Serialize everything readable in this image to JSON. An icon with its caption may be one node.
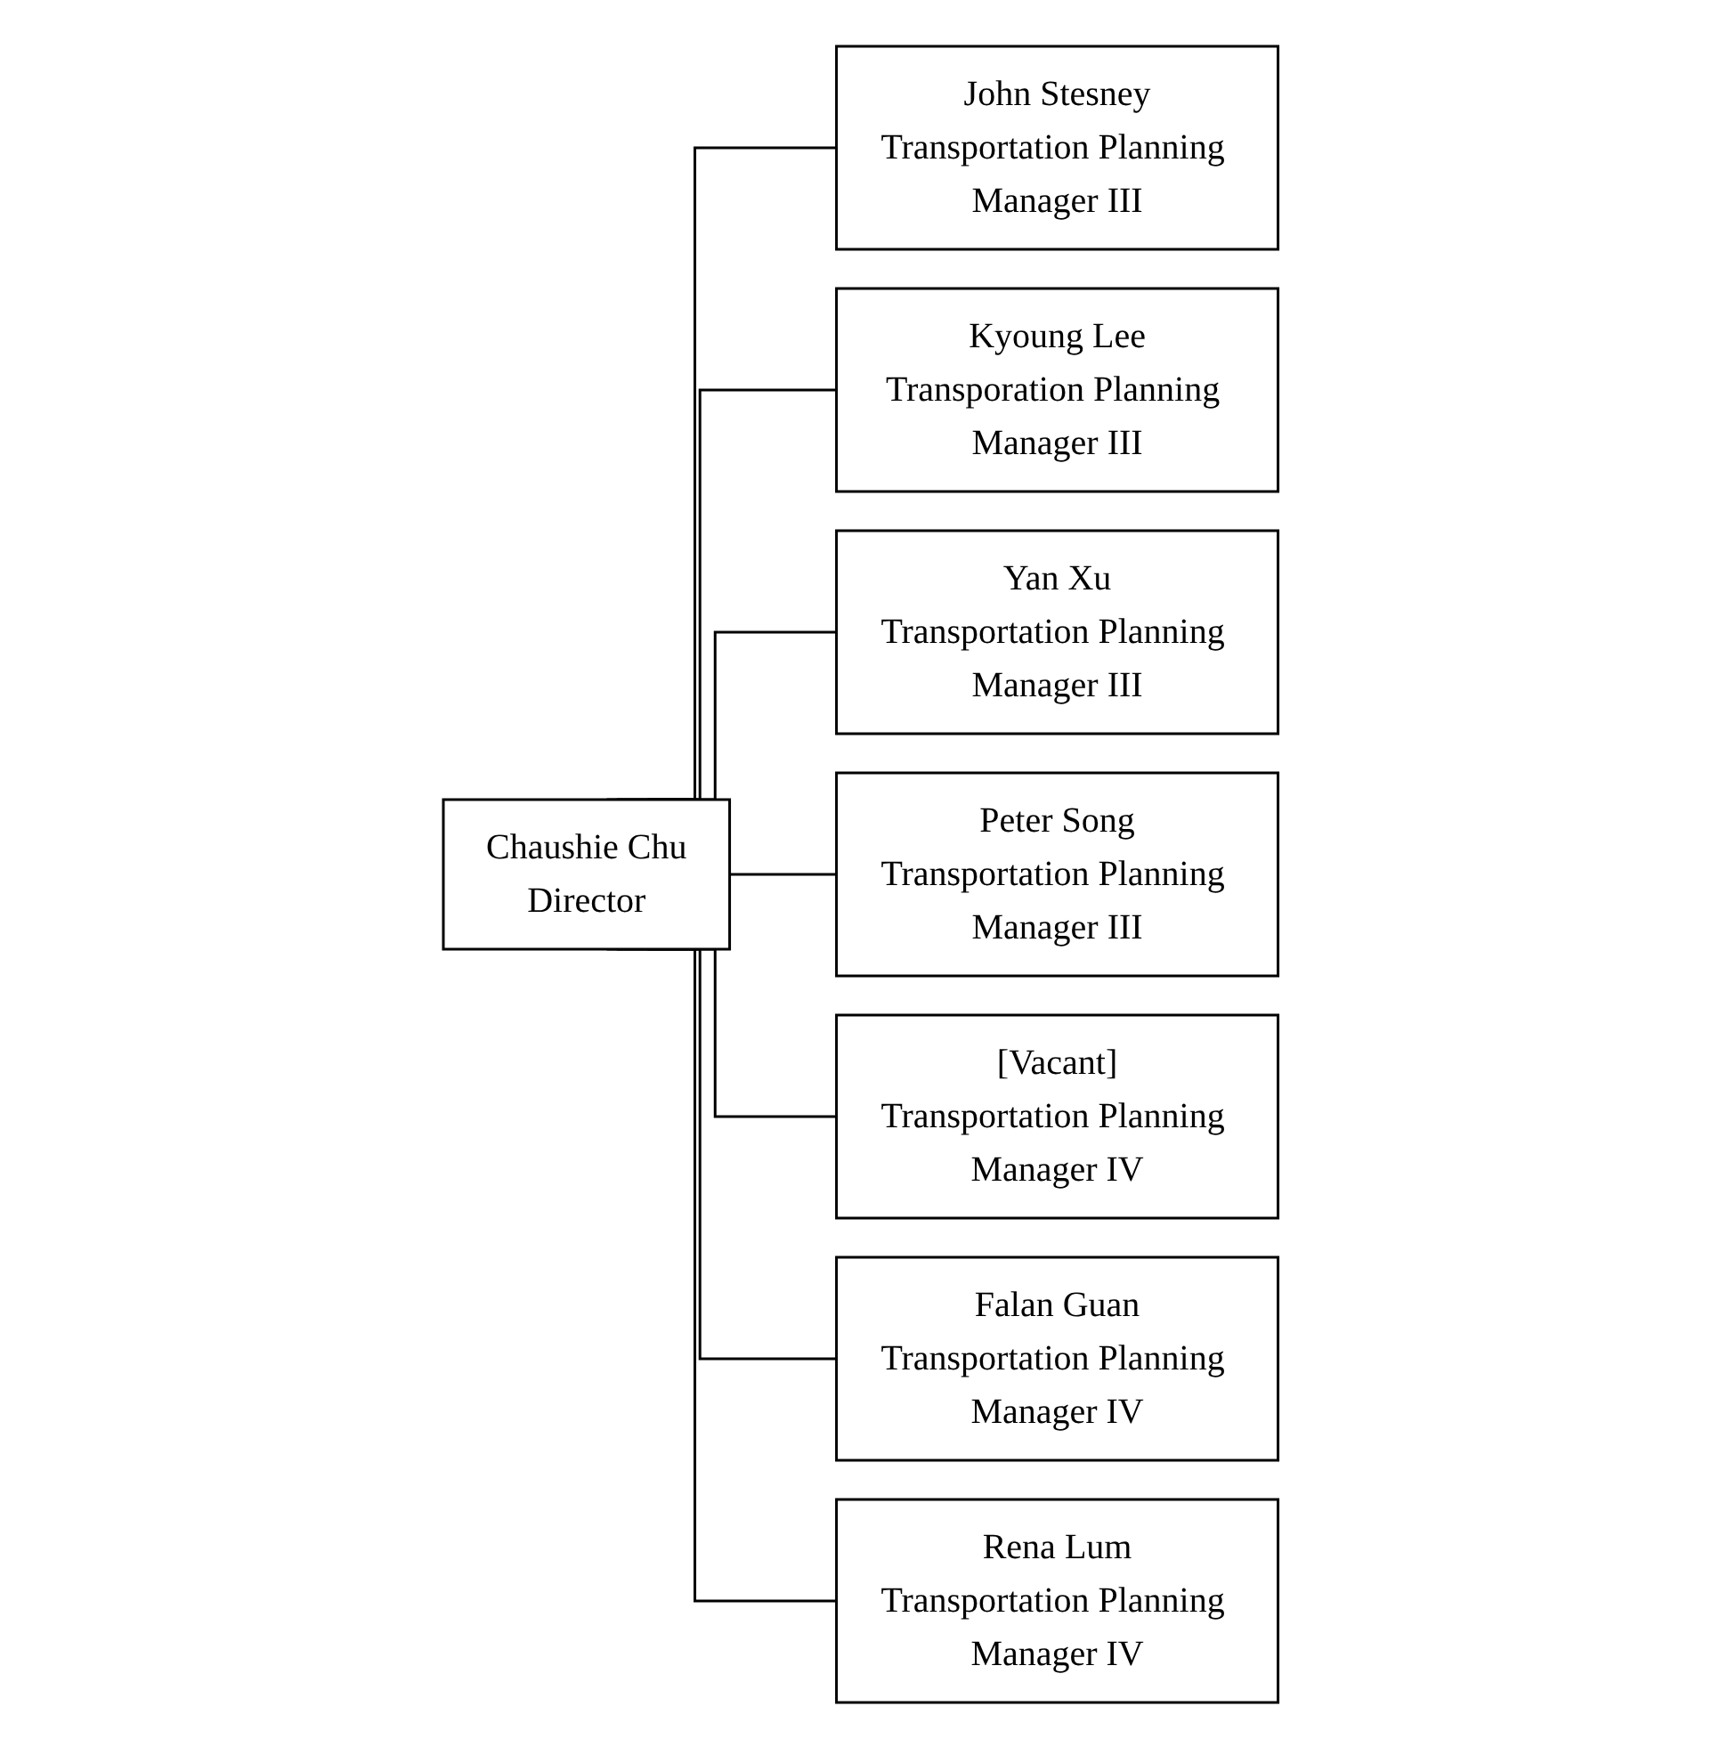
{
  "diagram": {
    "nodes": [
      {
        "text": [
          "Chaushie Chu",
          "Director"
        ]
      },
      {
        "text": [
          "John Stesney",
          "Transportation Planning Manager III"
        ]
      },
      {
        "text": [
          "Kyoung Lee",
          "Transporation Planning Manager III"
        ]
      },
      {
        "text": [
          "Yan Xu",
          "Transportation Planning Manager III"
        ]
      },
      {
        "text": [
          "Peter Song",
          "Transportation Planning Manager III"
        ]
      },
      {
        "text": [
          "[Vacant]",
          "Transportation Planning Manager IV"
        ]
      },
      {
        "text": [
          "Falan Guan",
          "Transportation Planning Manager IV"
        ]
      },
      {
        "text": [
          "Rena Lum",
          "Transportation Planning Manager IV"
        ]
      }
    ],
    "edges": [
      {
        "from": 0,
        "to": 1,
        "arrow": "none"
      },
      {
        "from": 0,
        "to": 2,
        "arrow": "none"
      },
      {
        "from": 0,
        "to": 3,
        "arrow": "none"
      },
      {
        "from": 0,
        "to": 4,
        "arrow": "none"
      },
      {
        "from": 0,
        "to": 5,
        "arrow": "none"
      },
      {
        "from": 0,
        "to": 6,
        "arrow": "none"
      },
      {
        "from": 0,
        "to": 7,
        "arrow": "none"
      }
    ]
  }
}
